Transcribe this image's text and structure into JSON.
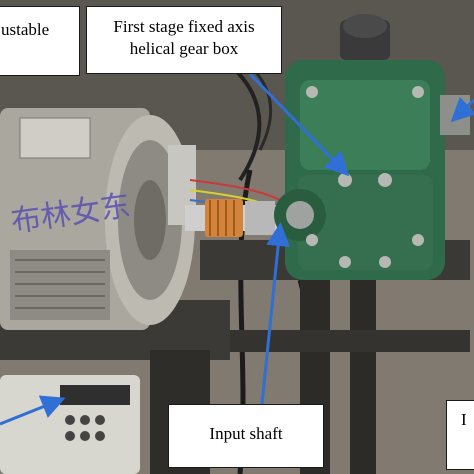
{
  "callouts": {
    "adjustable": {
      "text": "ustable"
    },
    "gearbox": {
      "line1": "First stage fixed axis",
      "line2": "helical gear box"
    },
    "input_shaft": {
      "text": "Input shaft"
    },
    "right_partial": {
      "text": "I"
    }
  },
  "scene": {
    "motor_handwriting": "布林女东",
    "arrow_color": "#2f6fd6",
    "gearbox_color": "#2f6a4a",
    "motor_color": "#a9a69e"
  }
}
